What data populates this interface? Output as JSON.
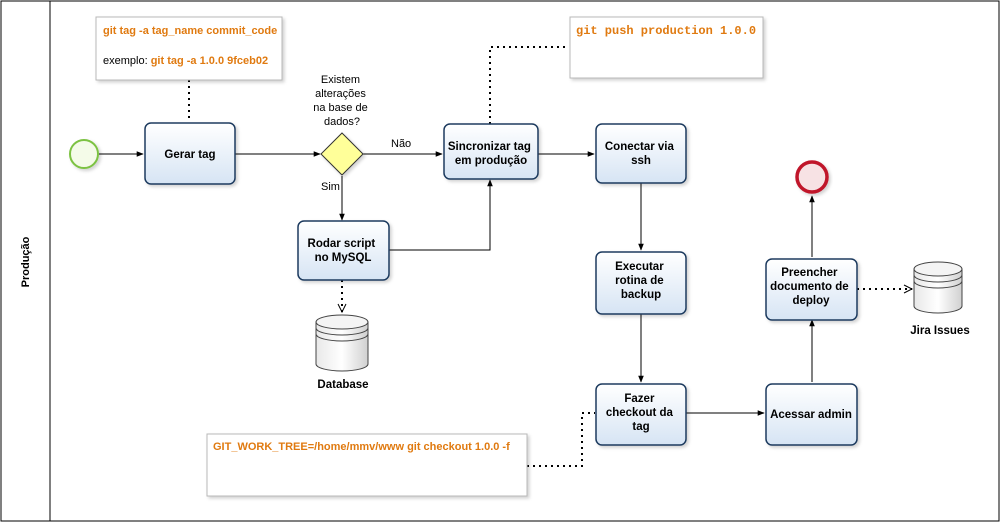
{
  "lane": {
    "title": "Produção"
  },
  "tasks": {
    "gerar_tag": "Gerar tag",
    "sincronizar": [
      "Sincronizar tag",
      "em produção"
    ],
    "conectar": [
      "Conectar  via",
      "ssh"
    ],
    "rodar_script": [
      "Rodar script",
      "no MySQL"
    ],
    "executar_backup": [
      "Executar",
      "rotina de",
      "backup"
    ],
    "fazer_checkout": [
      "Fazer",
      "checkout da",
      "tag"
    ],
    "acessar_admin": "Acessar admin",
    "preencher_documento": [
      "Preencher",
      "documento de",
      "deploy"
    ]
  },
  "gateway": {
    "question": [
      "Existem",
      "alterações",
      "na base de",
      "dados?"
    ],
    "no_label": "Não",
    "yes_label": "Sim"
  },
  "data_stores": {
    "database": "Database",
    "jira": "Jira Issues"
  },
  "annotations": {
    "tag_command": "git tag -a tag_name commit_code",
    "tag_example_prefix": "exemplo: ",
    "tag_example_command": "git tag -a 1.0.0 9fceb02",
    "push_command": "git push production 1.0.0",
    "checkout_command": "GIT_WORK_TREE=/home/mmv/www git checkout 1.0.0 -f"
  },
  "colors": {
    "task_fill_top": "#ffffff",
    "task_fill_bottom": "#dbe7f5",
    "task_border": "#1f3a5f",
    "start_event": "#7cc242",
    "end_event": "#c0182c",
    "gateway_fill": "#ffff99",
    "annotation_text": "#e07a10"
  }
}
